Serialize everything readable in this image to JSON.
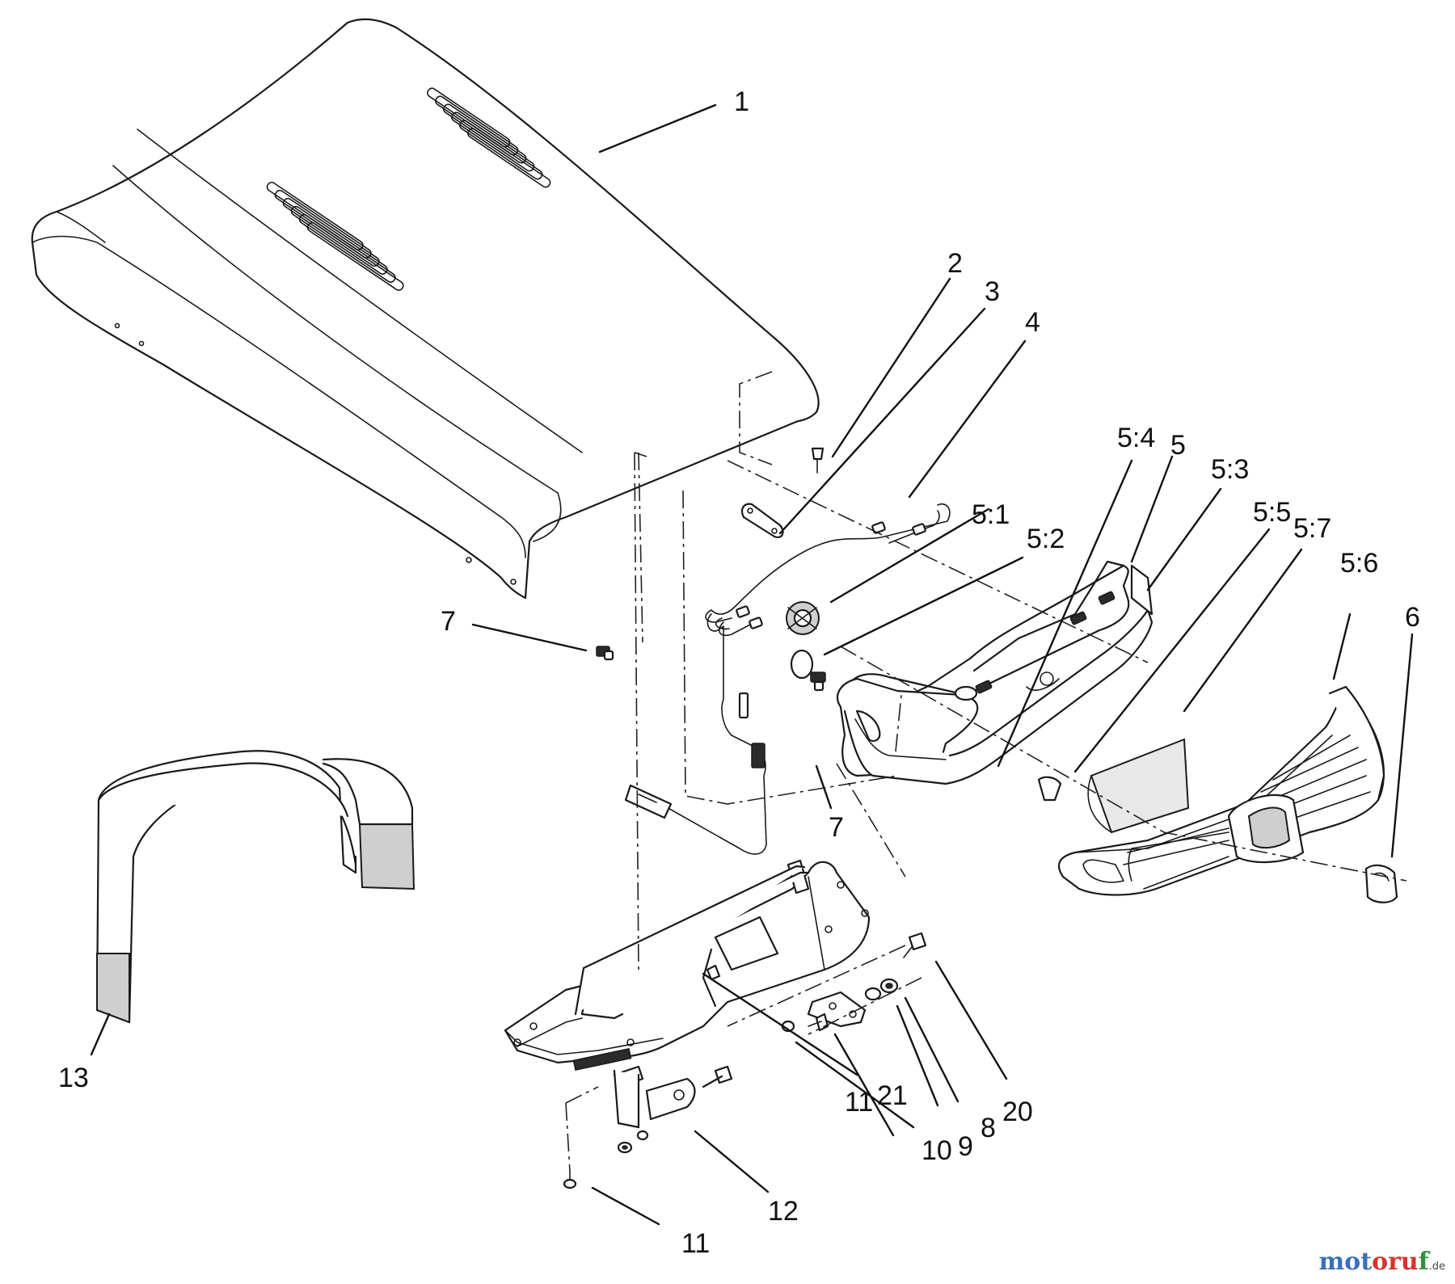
{
  "callouts": {
    "c1": "1",
    "c2": "2",
    "c3": "3",
    "c4": "4",
    "c5": "5",
    "c5_1": "5:1",
    "c5_2": "5:2",
    "c5_3": "5:3",
    "c5_4": "5:4",
    "c5_5": "5:5",
    "c5_6": "5:6",
    "c5_7": "5:7",
    "c6": "6",
    "c7a": "7",
    "c7b": "7",
    "c8": "8",
    "c9": "9",
    "c10": "10",
    "c11a": "11",
    "c11b": "11",
    "c12": "12",
    "c13": "13",
    "c20": "20",
    "c21": "21"
  },
  "watermark": {
    "p1": "mot",
    "p2": "oru",
    "p3": "f",
    "tld": ".de"
  }
}
